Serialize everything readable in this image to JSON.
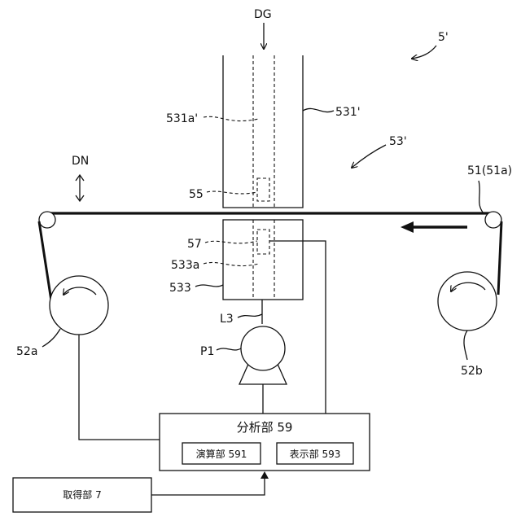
{
  "labels": {
    "dg": "DG",
    "ref_5": "5'",
    "ref_531": "531'",
    "ref_531a": "531a'",
    "ref_53": "53'",
    "dn": "DN",
    "ref_51": "51(51a)",
    "ref_55": "55",
    "ref_57": "57",
    "ref_533a": "533a",
    "ref_533": "533",
    "ref_l3": "L3",
    "ref_p1": "P1",
    "ref_52a": "52a",
    "ref_52b": "52b"
  },
  "analysis": {
    "title": "分析部 59",
    "calc": "演算部 591",
    "display": "表示部 593"
  },
  "acquisition": {
    "label": "取得部 7"
  },
  "colors": {
    "line": "#111111",
    "background": "#ffffff"
  }
}
